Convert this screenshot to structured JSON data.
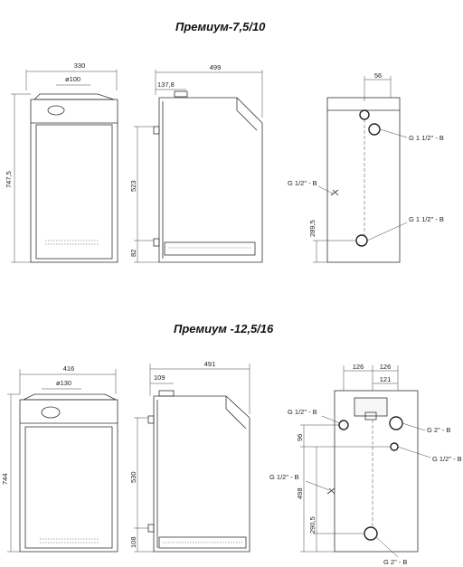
{
  "sections": [
    {
      "title": "Премиум-7,5/10",
      "front": {
        "width": "330",
        "flue": "ø100",
        "height": "747,5"
      },
      "side": {
        "depth": "499",
        "flue_offset": "137,8",
        "h_upper": "523",
        "h_lower": "82"
      },
      "back": {
        "offset_top": "56",
        "label_top": "G 1 1/2\" - B",
        "label_mid": "G 1/2\" - B",
        "label_bottom": "G 1 1/2\" - B",
        "h_bottom": "289,5"
      }
    },
    {
      "title": "Премиум -12,5/16",
      "front": {
        "width": "416",
        "flue": "ø130",
        "height": "744"
      },
      "side": {
        "depth": "491",
        "flue_offset": "109",
        "h_upper": "530",
        "h_lower": "108"
      },
      "back": {
        "w_left": "126",
        "w_right": "126",
        "w_inner": "121",
        "label_tl": "G 1/2\" - B",
        "label_tr": "G 2\" - B",
        "label_mr": "G 1/2\" - B",
        "label_ml": "G 1/2\" - B",
        "label_bottom": "G 2\" - B",
        "h_96": "96",
        "h_498": "498",
        "h_290": "290,5"
      }
    }
  ]
}
